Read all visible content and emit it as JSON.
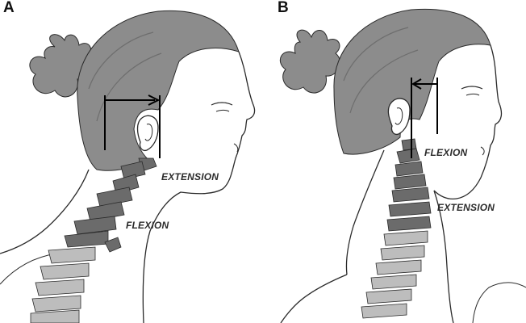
{
  "figure": {
    "panels": [
      {
        "letter": "A",
        "upper_label": "EXTENSION",
        "lower_label": "FLEXION"
      },
      {
        "letter": "B",
        "upper_label": "FLEXION",
        "lower_label": "EXTENSION"
      }
    ]
  },
  "colors": {
    "hair": "#8c8c8c",
    "hair_dark": "#6e6e6e",
    "outline": "#2a2a2a",
    "vertebra_dark": "#6b6b6b",
    "vertebra_light": "#bdbdbd",
    "arrow": "#000000"
  }
}
